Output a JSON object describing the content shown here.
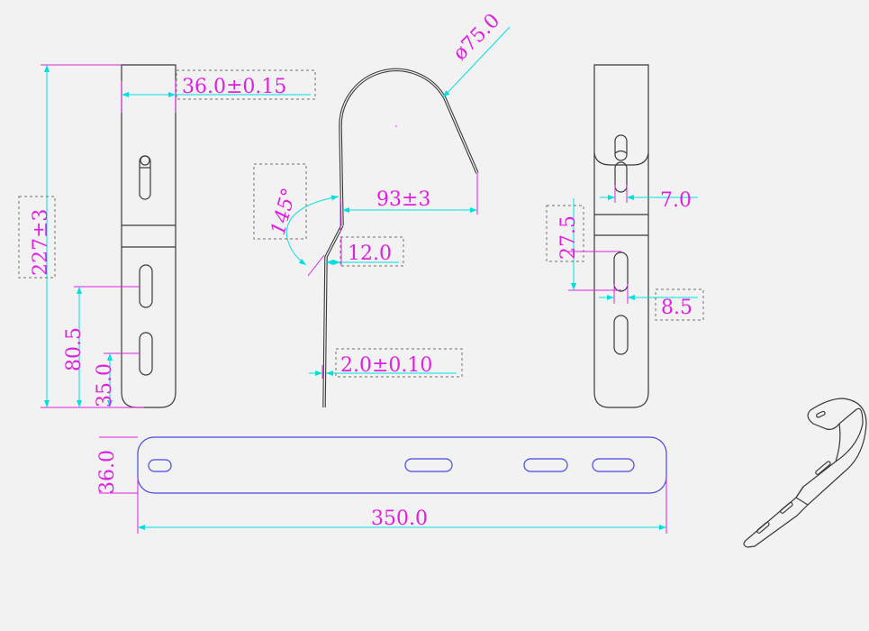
{
  "drawing": {
    "front_view": {
      "width_dim": "36.0±0.15",
      "height_dim": "227±3",
      "slot_dim_1": "80.5",
      "slot_dim_2": "35.0"
    },
    "side_view": {
      "diameter_dim": "ø75.0",
      "reach_dim": "93±3",
      "angle_dim": "145°",
      "offset_dim": "12.0",
      "thickness_dim": "2.0±0.10"
    },
    "back_view": {
      "slot_width_dim": "7.0",
      "slot_pitch_dim": "27.5",
      "slot_width_dim_2": "8.5"
    },
    "flat_pattern": {
      "width_dim": "36.0",
      "length_dim": "350.0"
    }
  },
  "colors": {
    "background": "#f2f2f2",
    "dimension_text": "#e020e0",
    "dimension_line": "#00e0e0",
    "flat_outline": "#4848e8"
  }
}
